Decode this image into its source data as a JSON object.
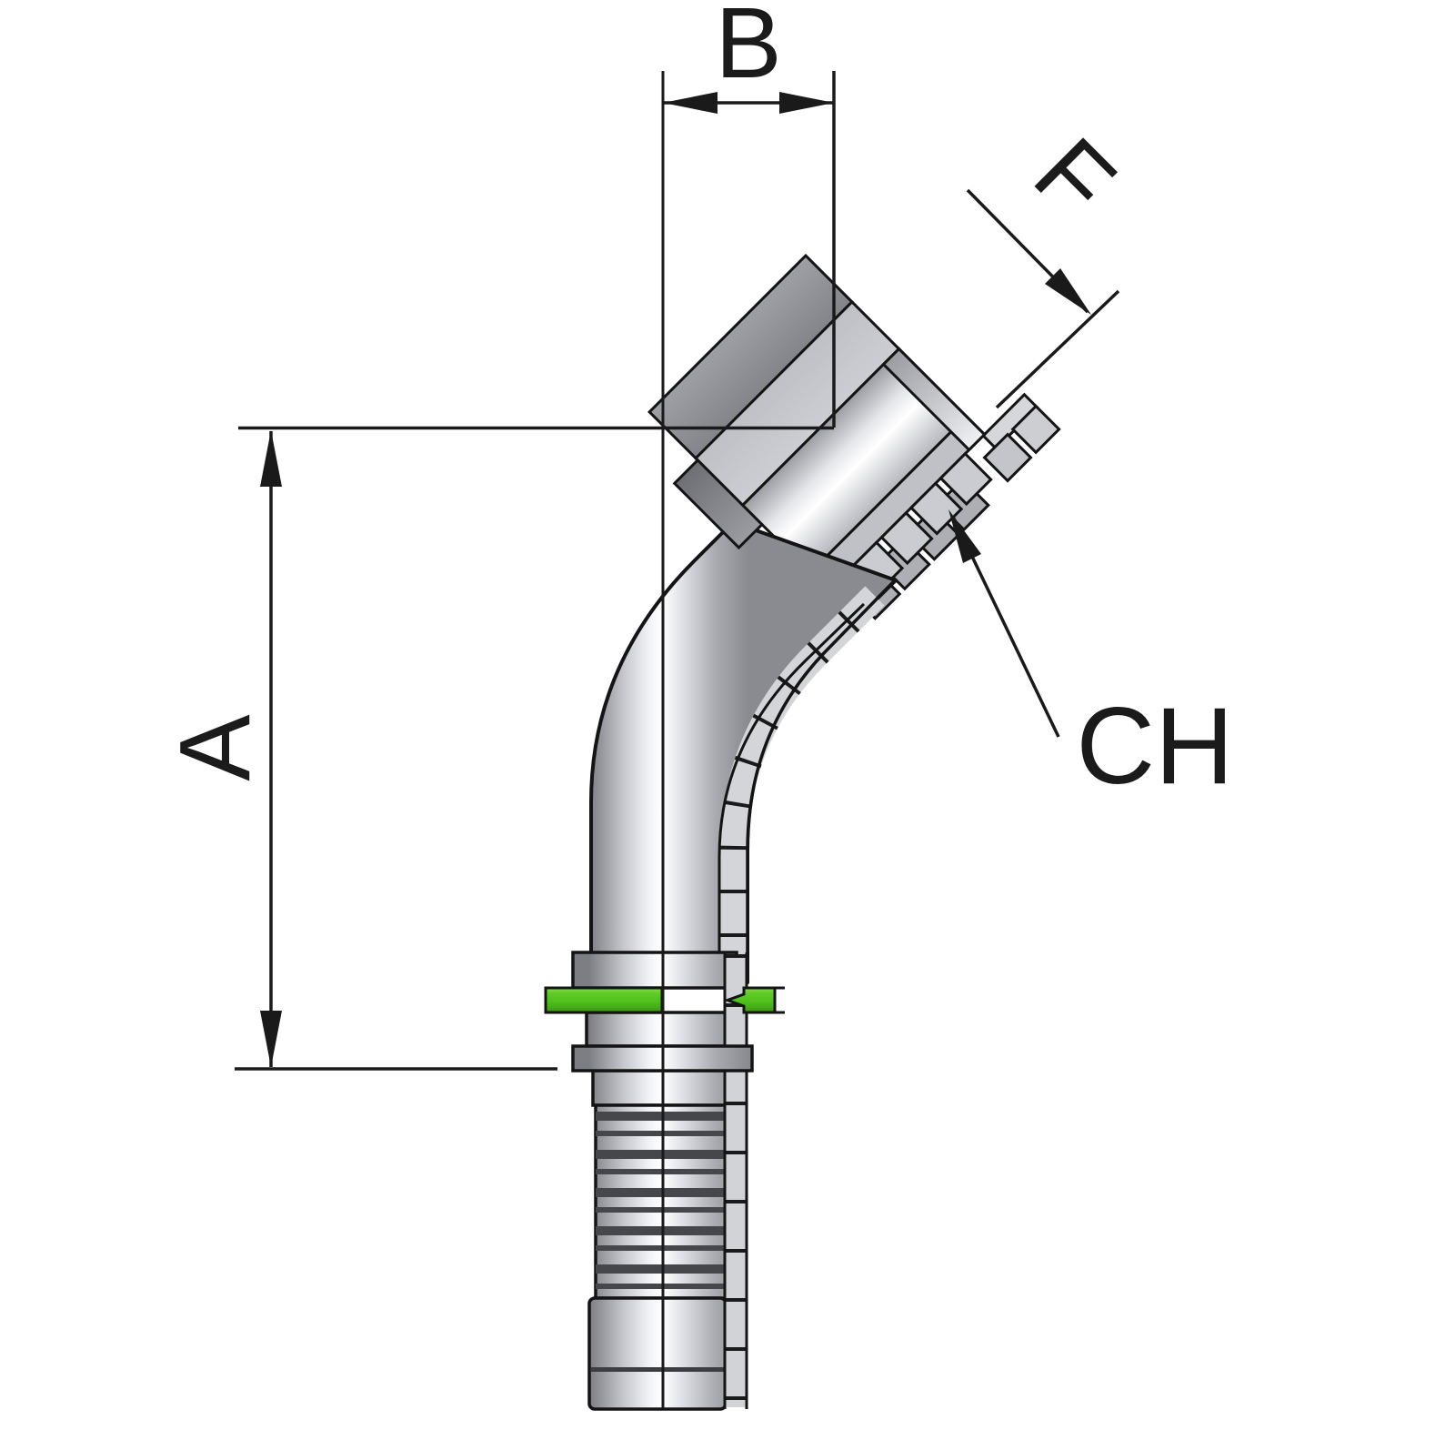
{
  "labels": {
    "a": "A",
    "b": "B",
    "f": "F",
    "ch": "CH"
  },
  "colors": {
    "line": "#1a1a1a",
    "accent_green": "#52c21e",
    "metal_highlight": "#ffffff",
    "metal_shadow": "#7d7e83",
    "background": "#ffffff"
  }
}
